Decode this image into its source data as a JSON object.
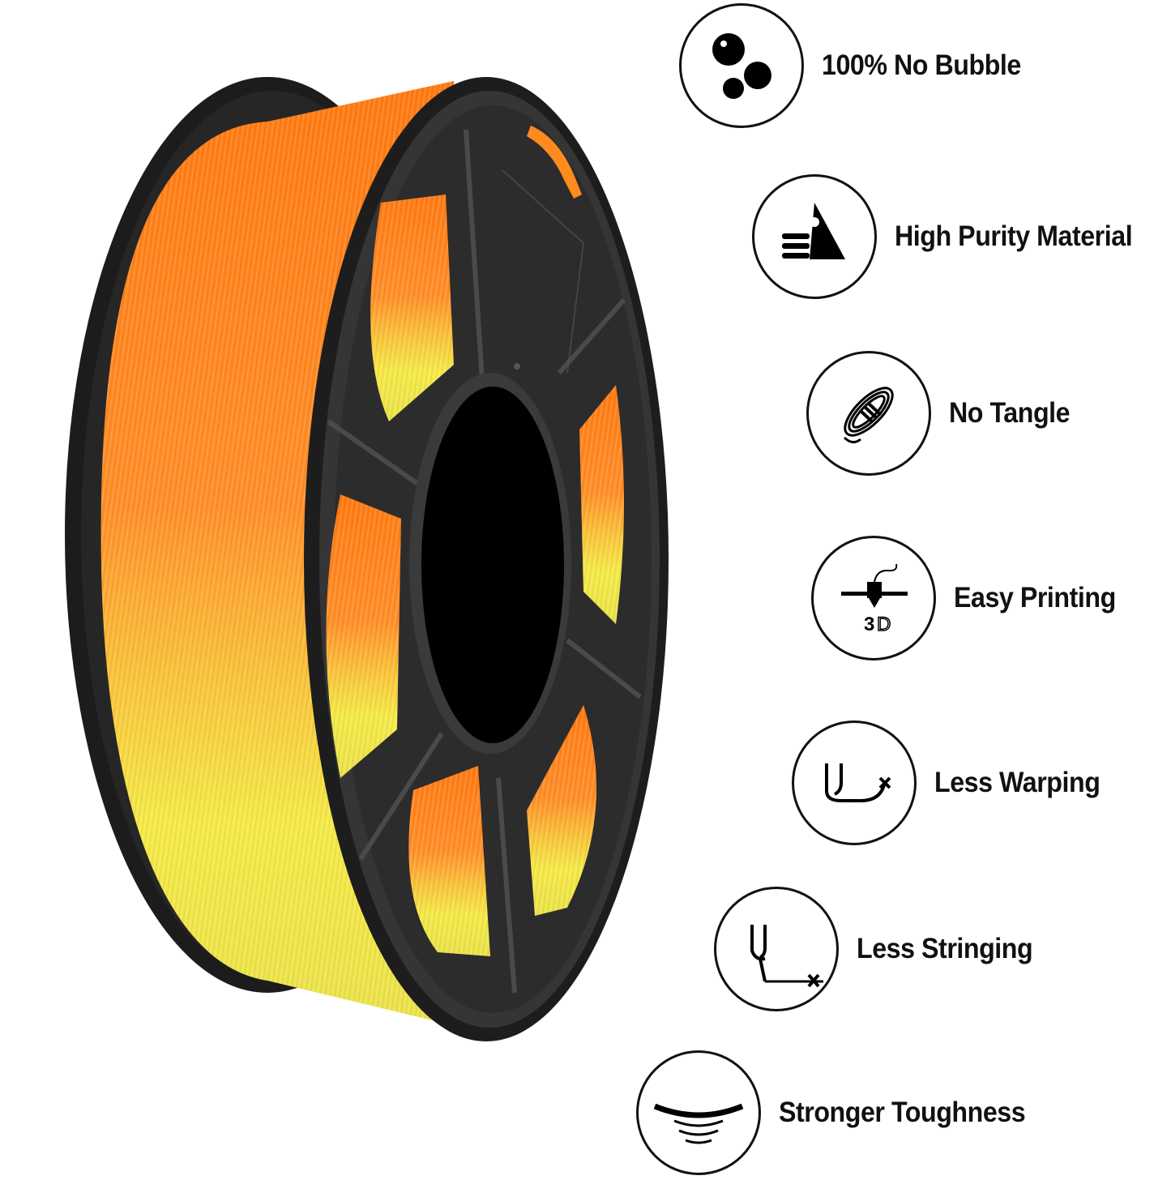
{
  "product": {
    "image_name": "filament-spool",
    "colors": {
      "orange": "#ff7f1e",
      "yellow": "#f6f04a",
      "spool": "#2f2f2f",
      "spool_edge": "#1a1a1a",
      "hub": "#000000"
    }
  },
  "features": [
    {
      "label": "100% No Bubble",
      "icon": "bubbles-icon"
    },
    {
      "label": "High Purity Material",
      "icon": "purity-icon"
    },
    {
      "label": "No Tangle",
      "icon": "rope-coil-icon"
    },
    {
      "label": "Easy Printing",
      "icon": "3d-printer-nozzle-icon"
    },
    {
      "label": "Less Warping",
      "icon": "warping-icon"
    },
    {
      "label": "Less Stringing",
      "icon": "stringing-icon"
    },
    {
      "label": "Stronger Toughness",
      "icon": "toughness-icon"
    }
  ]
}
